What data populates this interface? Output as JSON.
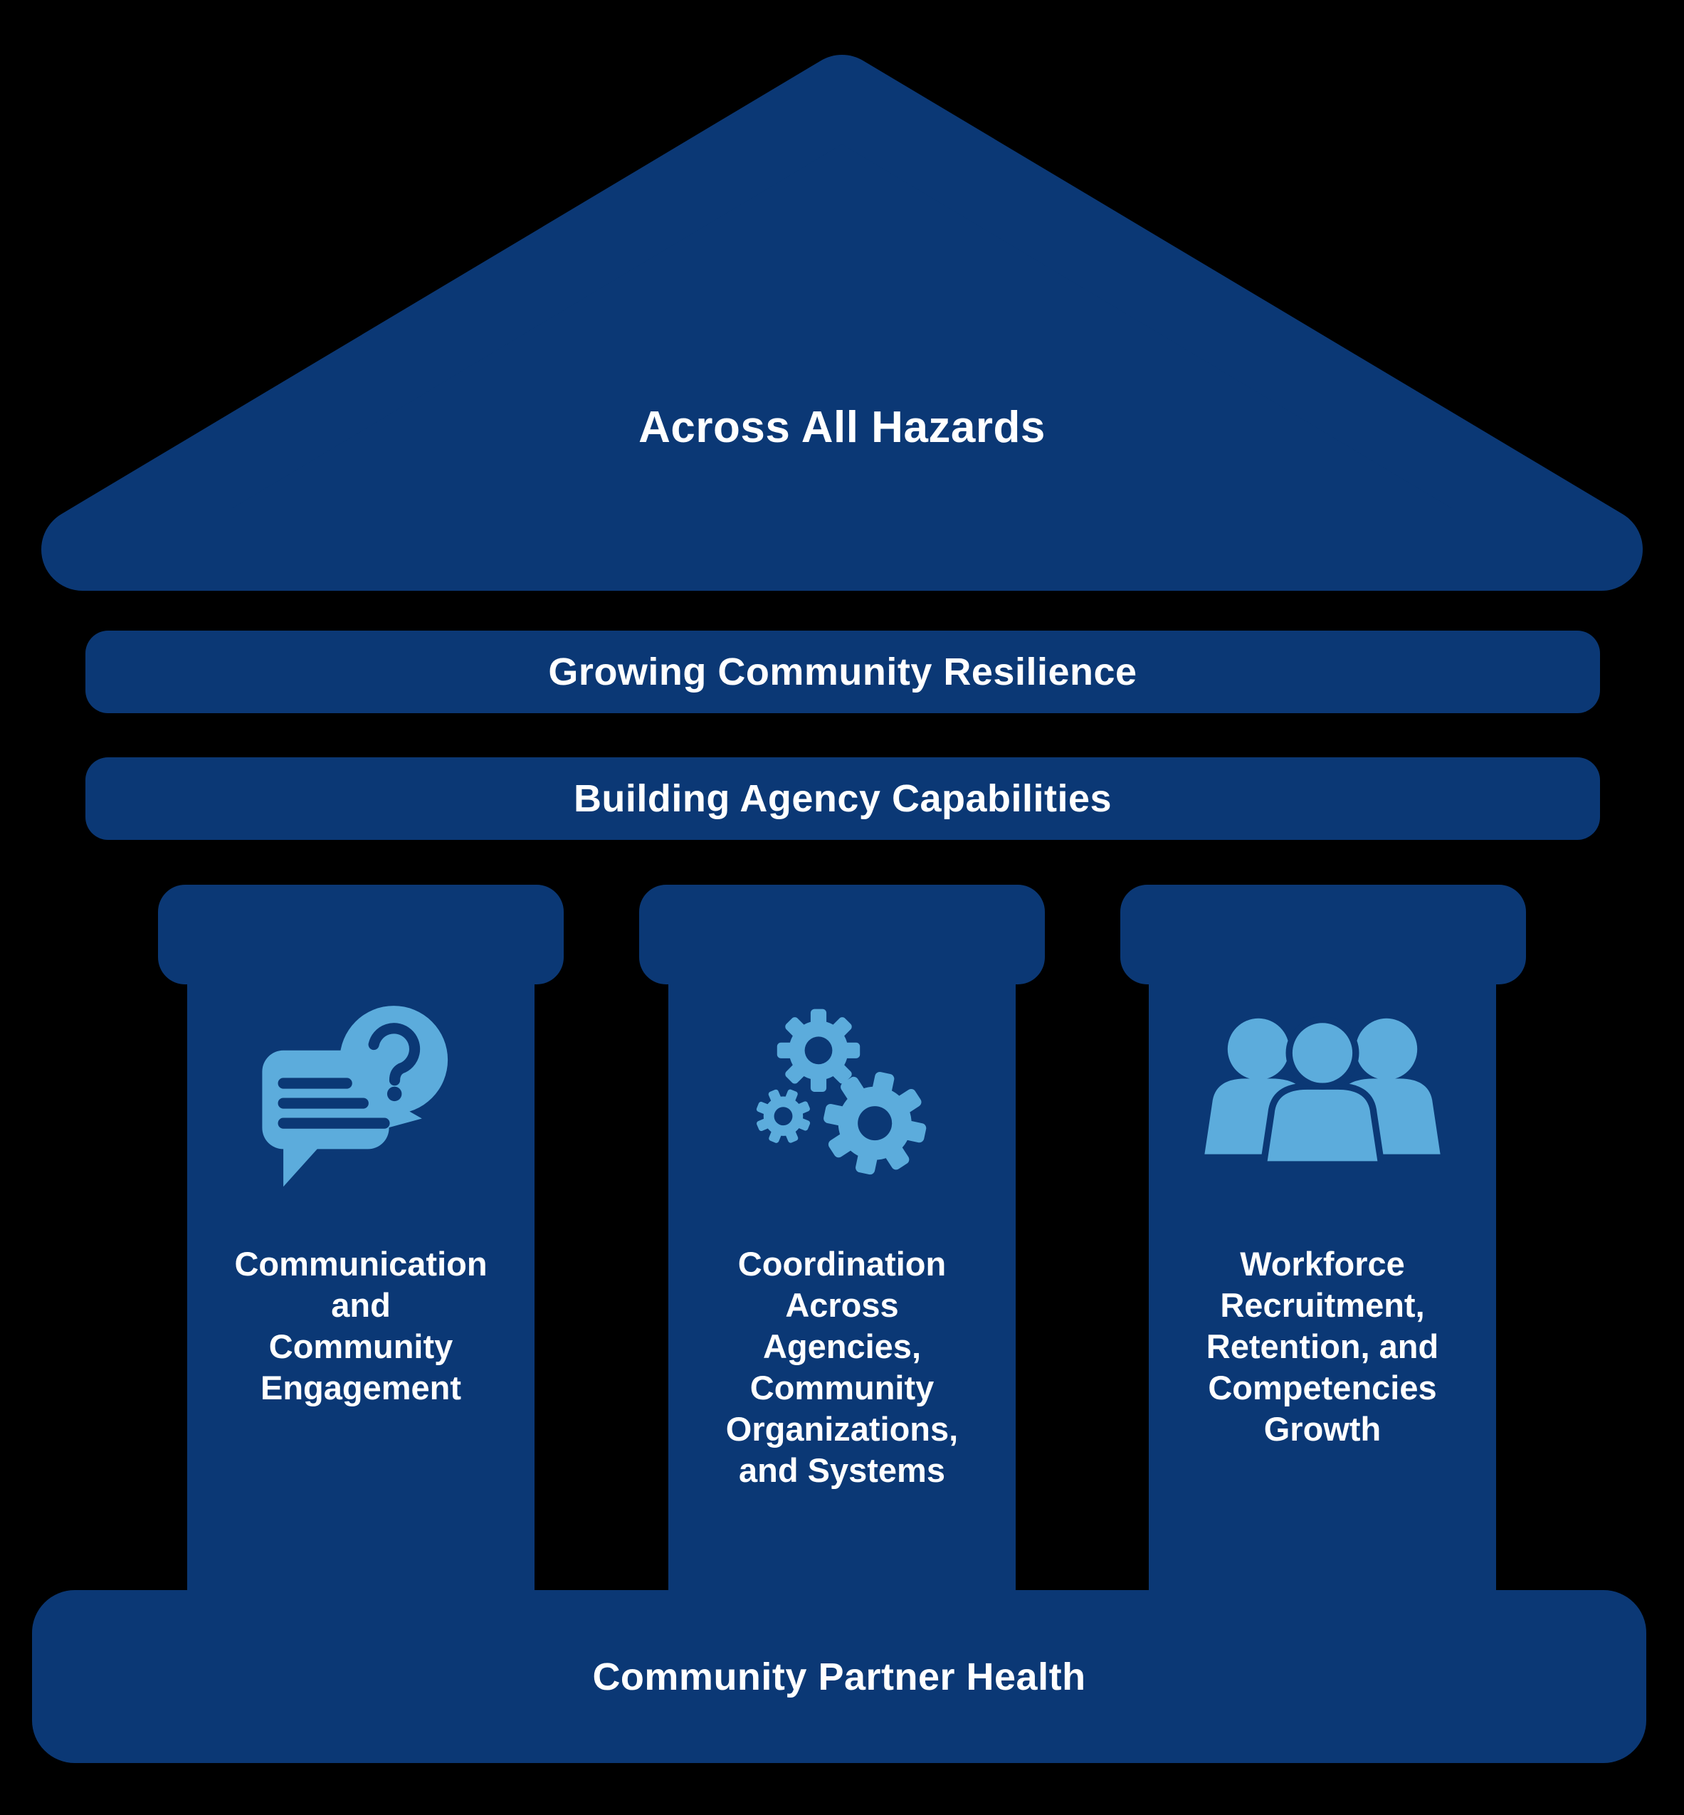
{
  "colors": {
    "navy": "#0b3875",
    "light_blue": "#5cacdc",
    "text": "#ffffff",
    "background": "#000000"
  },
  "roof": {
    "label": "Across All Hazards"
  },
  "beams": [
    {
      "label": "Growing Community Resilience"
    },
    {
      "label": "Building Agency Capabilities"
    }
  ],
  "pillars": [
    {
      "icon": "chat-question-icon",
      "label": "Communication\nand\nCommunity\nEngagement"
    },
    {
      "icon": "gears-icon",
      "label": "Coordination\nAcross\nAgencies,\nCommunity\nOrganizations,\nand Systems"
    },
    {
      "icon": "people-group-icon",
      "label": "Workforce\nRecruitment,\nRetention, and\nCompetencies\nGrowth"
    }
  ],
  "base": {
    "label": "Community Partner Health"
  }
}
